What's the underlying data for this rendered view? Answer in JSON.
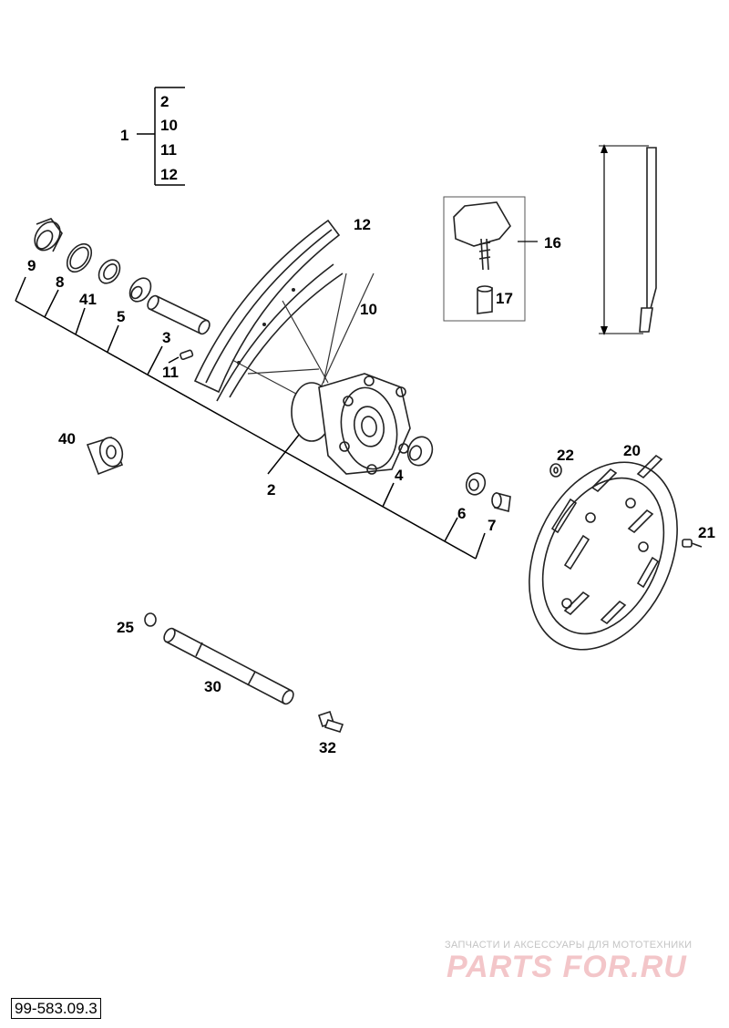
{
  "group": {
    "main": "1",
    "members": [
      "2",
      "10",
      "11",
      "12"
    ]
  },
  "labels": {
    "l9": "9",
    "l8": "8",
    "l41": "41",
    "l5": "5",
    "l3": "3",
    "l11": "11",
    "l12": "12",
    "l10": "10",
    "l2": "2",
    "l4": "4",
    "l6": "6",
    "l7": "7",
    "l16": "16",
    "l17": "17",
    "l40": "40",
    "l22": "22",
    "l20": "20",
    "l21": "21",
    "l25": "25",
    "l30": "30",
    "l32": "32"
  },
  "watermark": {
    "tagline": "ЗАПЧАСТИ И АКСЕССУАРЫ ДЛЯ МОТОТЕХНИКИ",
    "logo": "PARTS FOR.RU"
  },
  "reference": "99-583.09.3"
}
